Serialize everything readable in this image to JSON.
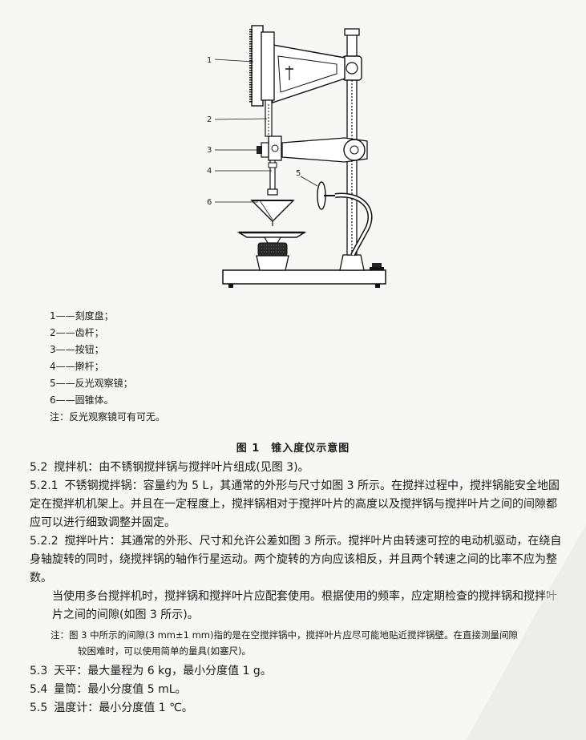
{
  "figure": {
    "part_numbers": [
      "1",
      "2",
      "3",
      "4",
      "5",
      "6"
    ],
    "legend": [
      "1——刻度盘；",
      "2——齿杆；",
      "3——按钮；",
      "4——擀杆；",
      "5——反光观察镜；",
      "6——圆锥体。"
    ],
    "note": "注：反光观察镜可有可无。",
    "caption": "图 1　锥入度仪示意图"
  },
  "sections": [
    {
      "num": "5.2",
      "text": "搅拌机：由不锈钢搅拌锅与搅拌叶片组成(见图 3)。"
    },
    {
      "num": "5.2.1",
      "text": "不锈钢搅拌锅：容量约为 5 L，其通常的外形与尺寸如图 3 所示。在搅拌过程中，搅拌锅能安全地固定在搅拌机机架上。并且在一定程度上，搅拌锅相对于搅拌叶片的高度以及搅拌锅与搅拌叶片之间的间隙都应可以进行细致调整并固定。"
    },
    {
      "num": "5.2.2",
      "text": "搅拌叶片：其通常的外形、尺寸和允许公差如图 3 所示。搅拌叶片由转速可控的电动机驱动，在绕自身轴旋转的同时，绕搅拌锅的轴作行星运动。两个旋转的方向应该相反，并且两个转速之间的比率不应为整数。"
    },
    {
      "num": "",
      "text": "当使用多台搅拌机时，搅拌锅和搅拌叶片应配套使用。根据使用的频率，应定期检查的搅拌锅和搅拌叶片之间的间隙(如图 3 所示)。"
    }
  ],
  "note2": {
    "line1": "注：图 3 中所示的间隙(3 mm±1 mm)指的是在空搅拌锅中，搅拌叶片应尽可能地贴近搅拌锅壁。在直接测量间隙",
    "line2": "较困难时，可以使用简单的量具(如塞尺)。"
  },
  "sections2": [
    {
      "num": "5.3",
      "text": "天平：最大量程为 6 kg，最小分度值 1 g。"
    },
    {
      "num": "5.4",
      "text": "量筒：最小分度值 5 mL。"
    },
    {
      "num": "5.5",
      "text": "温度计：最小分度值 1 ℃。"
    }
  ]
}
